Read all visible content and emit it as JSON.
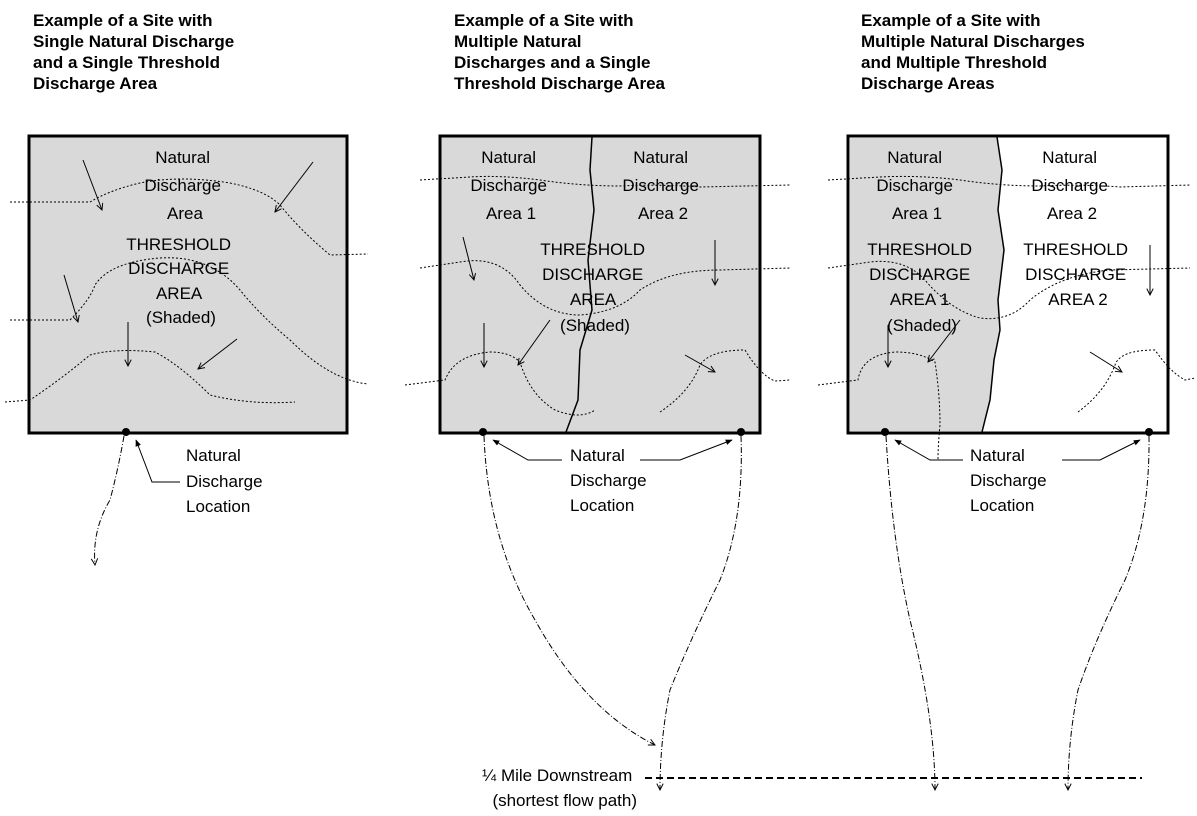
{
  "panels": [
    {
      "title": [
        "Example of a Site with",
        "Single Natural Discharge",
        "and a Single Threshold",
        "Discharge Area"
      ],
      "area_labels": [
        [
          "Natural",
          "Discharge",
          "Area"
        ]
      ],
      "threshold_labels": [
        [
          "THRESHOLD",
          "DISCHARGE",
          "AREA",
          "(Shaded)"
        ]
      ],
      "location_label": [
        "Natural",
        "Discharge",
        "Location"
      ]
    },
    {
      "title": [
        "Example of a Site with",
        "Multiple Natural",
        "Discharges and a Single",
        "Threshold Discharge Area"
      ],
      "area_labels": [
        [
          "Natural",
          "Discharge",
          "Area 1"
        ],
        [
          "Natural",
          "Discharge",
          "Area 2"
        ]
      ],
      "threshold_labels": [
        [
          "THRESHOLD",
          "DISCHARGE",
          "AREA",
          "(Shaded)"
        ]
      ],
      "location_label": [
        "Natural",
        "Discharge",
        "Location"
      ]
    },
    {
      "title": [
        "Example of a Site with",
        "Multiple Natural Discharges",
        "and Multiple Threshold",
        "Discharge Areas"
      ],
      "area_labels": [
        [
          "Natural",
          "Discharge",
          "Area 1"
        ],
        [
          "Natural",
          "Discharge",
          "Area 2"
        ]
      ],
      "threshold_labels": [
        [
          "THRESHOLD",
          "DISCHARGE",
          "AREA 1",
          "(Shaded)"
        ],
        [
          "THRESHOLD",
          "DISCHARGE",
          "AREA 2"
        ]
      ],
      "location_label": [
        "Natural",
        "Discharge",
        "Location"
      ]
    }
  ],
  "downstream_label": [
    "¼ Mile Downstream",
    "(shortest flow path)"
  ],
  "colors": {
    "shade": "#d9d9d9",
    "line": "#000000"
  }
}
